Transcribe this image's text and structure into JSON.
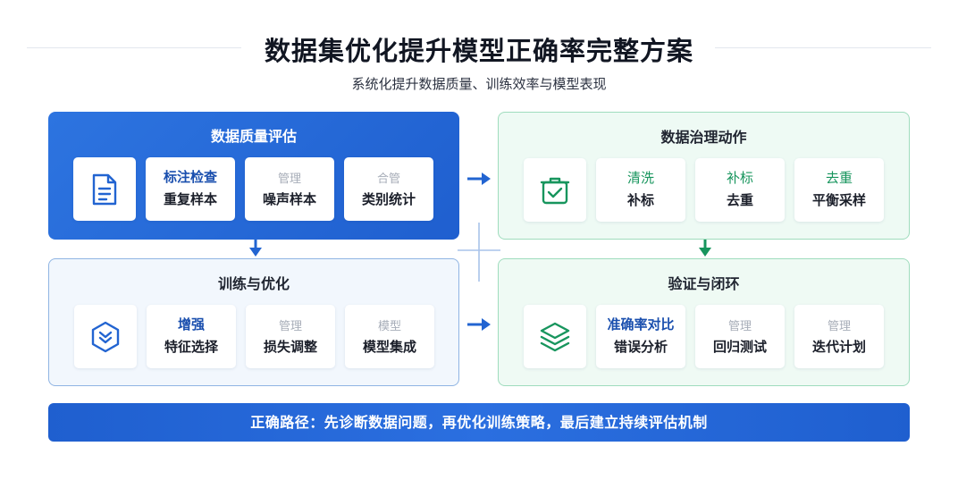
{
  "header": {
    "title": "数据集优化提升模型正确率完整方案",
    "subtitle": "系统化提升数据质量、训练效率与模型表现"
  },
  "panels": {
    "assess": {
      "title": "数据质量评估",
      "icon": "document-icon",
      "cards": [
        {
          "top": "标注检查",
          "bottom": "重复样本"
        },
        {
          "top": "管理",
          "bottom": "噪声样本"
        },
        {
          "top": "合管",
          "bottom": "类别统计"
        }
      ]
    },
    "govern": {
      "title": "数据治理动作",
      "icon": "clean-bin-icon",
      "cards": [
        {
          "top": "清洗",
          "bottom": "补标"
        },
        {
          "top": "补标",
          "bottom": "去重"
        },
        {
          "top": "去重",
          "bottom": "平衡采样"
        }
      ]
    },
    "train": {
      "title": "训练与优化",
      "icon": "download-hexagon-icon",
      "cards": [
        {
          "top": "增强",
          "bottom": "特征选择"
        },
        {
          "top": "管理",
          "bottom": "损失调整"
        },
        {
          "top": "模型",
          "bottom": "模型集成"
        }
      ]
    },
    "verify": {
      "title": "验证与闭环",
      "icon": "layers-icon",
      "cards": [
        {
          "top": "准确率对比",
          "bottom": "错误分析"
        },
        {
          "top": "管理",
          "bottom": "回归测试"
        },
        {
          "top": "管理",
          "bottom": "迭代计划"
        }
      ]
    }
  },
  "footer": {
    "text": "正确路径：先诊断数据问题，再优化训练策略，最后建立持续评估机制"
  },
  "colors": {
    "primary_blue": "#2d74e0",
    "green_accent": "#17955d",
    "muted_text": "#a7adb8"
  }
}
